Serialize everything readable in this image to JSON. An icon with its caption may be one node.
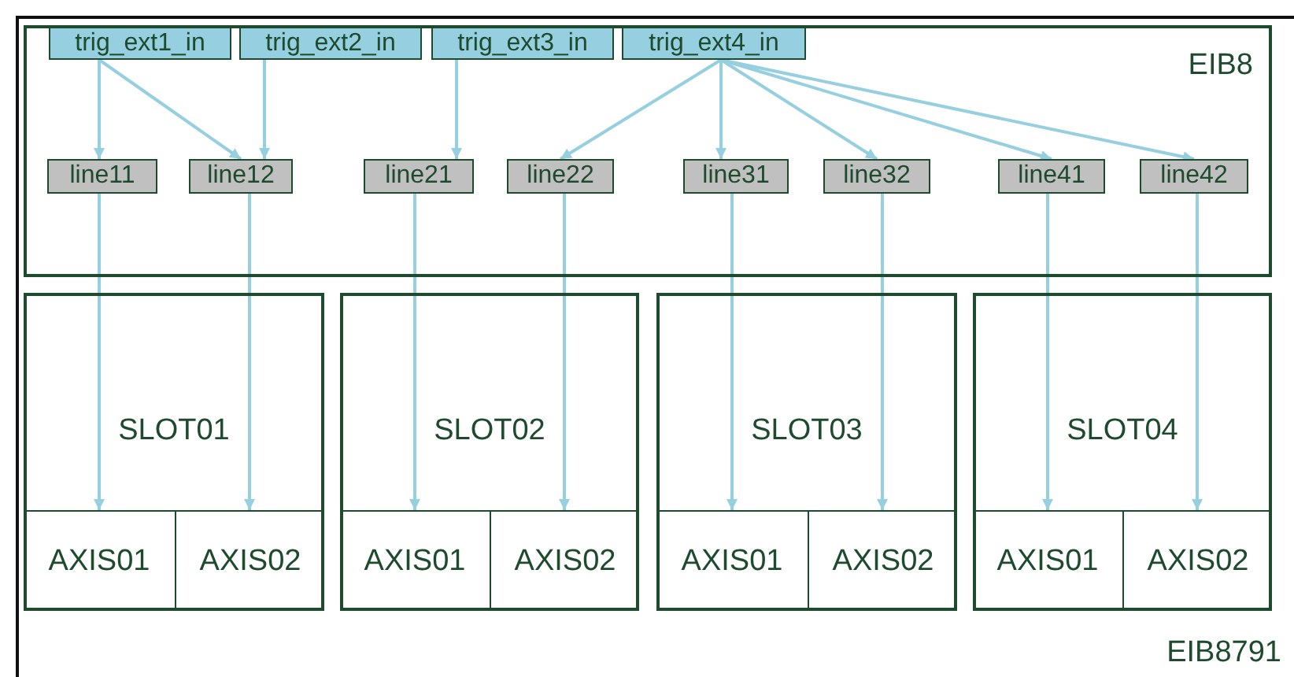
{
  "diagram": {
    "nodes": [
      {
        "text": [
          "EIB8"
        ]
      },
      {
        "text": [
          "trig_ext1_in"
        ],
        "in": 0
      },
      {
        "text": [
          "trig_ext2_in"
        ],
        "in": 0
      },
      {
        "text": [
          "trig_ext3_in"
        ],
        "in": 0
      },
      {
        "text": [
          "trig_ext4_in"
        ],
        "in": 0
      },
      {
        "text": [
          "line11"
        ],
        "in": 0
      },
      {
        "text": [
          "line12"
        ],
        "in": 0
      },
      {
        "text": [
          "line21"
        ],
        "in": 0
      },
      {
        "text": [
          "line22"
        ],
        "in": 0
      },
      {
        "text": [
          "line31"
        ],
        "in": 0
      },
      {
        "text": [
          "line32"
        ],
        "in": 0
      },
      {
        "text": [
          "line41"
        ],
        "in": 0
      },
      {
        "text": [
          "line42"
        ],
        "in": 0
      },
      {
        "text": [
          "SLOT01"
        ]
      },
      {
        "text": [
          "AXIS01"
        ],
        "in": 13
      },
      {
        "text": [
          "AXIS02"
        ],
        "in": 13
      },
      {
        "text": [
          "SLOT02"
        ]
      },
      {
        "text": [
          "AXIS01"
        ],
        "in": 16
      },
      {
        "text": [
          "AXIS02"
        ],
        "in": 16
      },
      {
        "text": [
          "SLOT03"
        ]
      },
      {
        "text": [
          "AXIS01"
        ],
        "in": 19
      },
      {
        "text": [
          "AXIS02"
        ],
        "in": 19
      },
      {
        "text": [
          "SLOT04"
        ]
      },
      {
        "text": [
          "AXIS01"
        ],
        "in": 22
      },
      {
        "text": [
          "AXIS02"
        ],
        "in": 22
      }
    ],
    "edges": [
      {
        "from": 1,
        "to": 5,
        "arrow": "to"
      },
      {
        "from": 1,
        "to": 6,
        "arrow": "to"
      },
      {
        "from": 2,
        "to": 6,
        "arrow": "to"
      },
      {
        "from": 3,
        "to": 7,
        "arrow": "to"
      },
      {
        "from": 4,
        "to": 8,
        "arrow": "to"
      },
      {
        "from": 4,
        "to": 9,
        "arrow": "to"
      },
      {
        "from": 4,
        "to": 10,
        "arrow": "to"
      },
      {
        "from": 4,
        "to": 11,
        "arrow": "to"
      },
      {
        "from": 4,
        "to": 12,
        "arrow": "to"
      },
      {
        "from": 5,
        "to": 14,
        "arrow": "to"
      },
      {
        "from": 6,
        "to": 15,
        "arrow": "to"
      },
      {
        "from": 7,
        "to": 17,
        "arrow": "to"
      },
      {
        "from": 8,
        "to": 18,
        "arrow": "to"
      },
      {
        "from": 9,
        "to": 20,
        "arrow": "to"
      },
      {
        "from": 10,
        "to": 21,
        "arrow": "to"
      },
      {
        "from": 11,
        "to": 23,
        "arrow": "to"
      },
      {
        "from": 12,
        "to": 24,
        "arrow": "to"
      }
    ],
    "labels": [
      "EIB8791"
    ]
  }
}
